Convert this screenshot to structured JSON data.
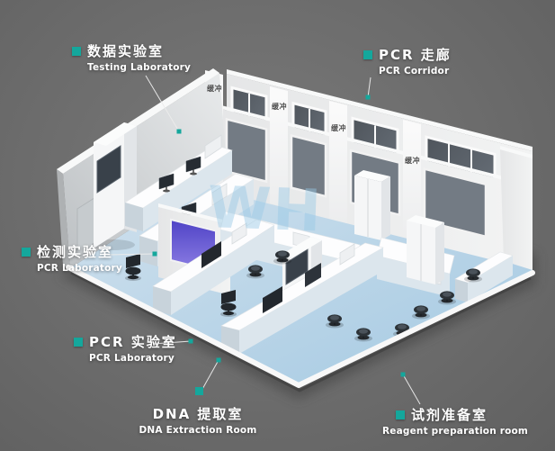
{
  "page": {
    "background_color": "#6e6e6e",
    "accent_color": "#14a79c"
  },
  "scene": {
    "watermark": "WH",
    "floor_color": "#aecfe6",
    "wall_color": "#ececec",
    "window_glass_color": "#565c63",
    "purple_panel_color": "#5a4ed0",
    "buffer_labels": [
      {
        "text": "缓冲"
      },
      {
        "text": "缓冲"
      },
      {
        "text": "缓冲"
      },
      {
        "text": "缓冲"
      }
    ]
  },
  "callouts": {
    "testing_lab": {
      "zh": "数据实验室",
      "en": "Testing Laboratory"
    },
    "pcr_corridor": {
      "zh": "PCR 走廊",
      "en": "PCR Corridor"
    },
    "detection_lab": {
      "zh": "检测实验室",
      "en": "PCR Laboratory"
    },
    "pcr_lab": {
      "zh": "PCR 实验室",
      "en": "PCR Laboratory"
    },
    "dna_extraction": {
      "zh": "DNA 提取室",
      "en": "DNA Extraction Room"
    },
    "reagent_prep": {
      "zh": "试剂准备室",
      "en": "Reagent preparation room"
    }
  }
}
